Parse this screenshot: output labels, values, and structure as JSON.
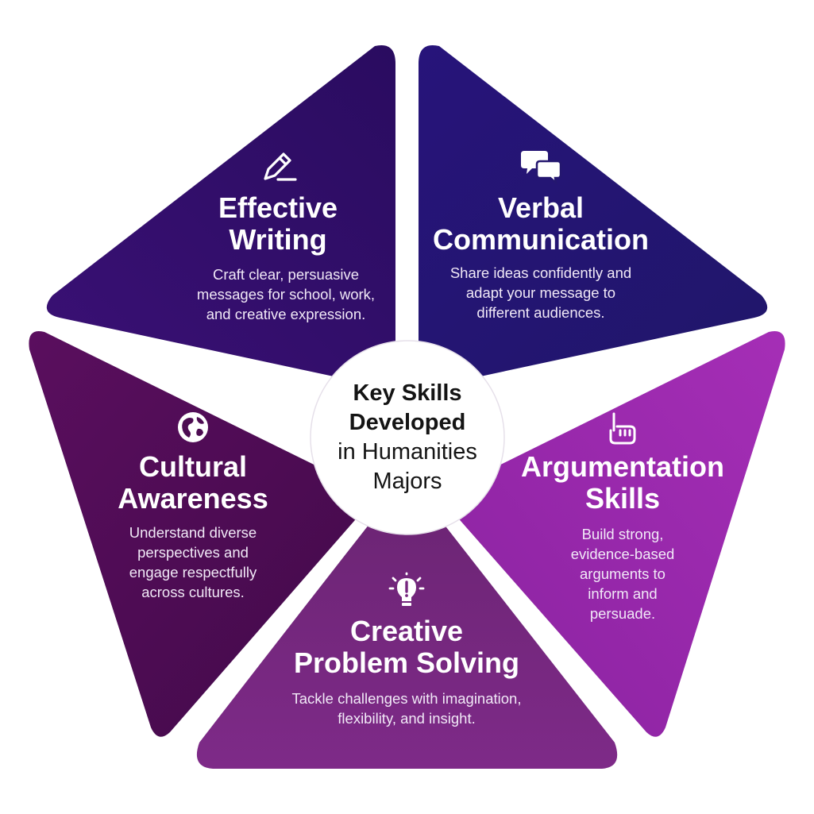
{
  "center": {
    "line1": "Key Skills",
    "line2": "Developed",
    "line3": "in Humanities",
    "line4": "Majors"
  },
  "skills": [
    {
      "title_lines": [
        "Effective",
        "Writing"
      ],
      "description_lines": [
        "Craft clear, persuasive",
        "messages for school, work,",
        "and creative expression."
      ],
      "icon": "pencil-icon",
      "color": "#2e0f68"
    },
    {
      "title_lines": [
        "Verbal",
        "Communication"
      ],
      "description_lines": [
        "Share ideas confidently and",
        "adapt your message to",
        "different audiences."
      ],
      "icon": "chat-bubbles-icon",
      "color": "#24176f"
    },
    {
      "title_lines": [
        "Argumentation",
        "Skills"
      ],
      "description_lines": [
        "Build strong,",
        "evidence-based",
        "arguments to",
        "inform and",
        "persuade."
      ],
      "icon": "hand-pointing-icon",
      "color": "#9b27ab"
    },
    {
      "title_lines": [
        "Creative",
        "Problem Solving"
      ],
      "description_lines": [
        "Tackle challenges with imagination,",
        "flexibility, and insight."
      ],
      "icon": "lightbulb-icon",
      "color": "#76277f"
    },
    {
      "title_lines": [
        "Cultural",
        "Awareness"
      ],
      "description_lines": [
        "Understand diverse",
        "perspectives and",
        "engage respectfully",
        "across cultures."
      ],
      "icon": "globe-icon",
      "color": "#4d0c52"
    }
  ]
}
